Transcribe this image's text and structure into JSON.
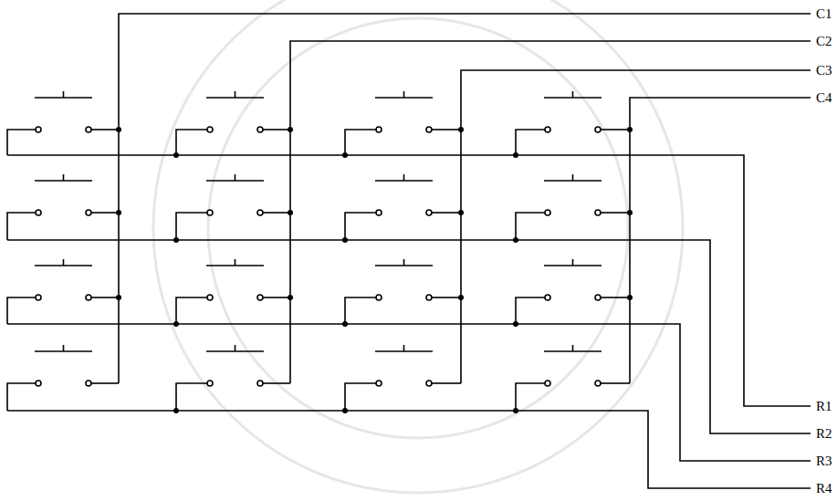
{
  "diagram": {
    "labels": [
      "C1",
      "C2",
      "C3",
      "C4",
      "R1",
      "R2",
      "R3",
      "R4"
    ]
  }
}
